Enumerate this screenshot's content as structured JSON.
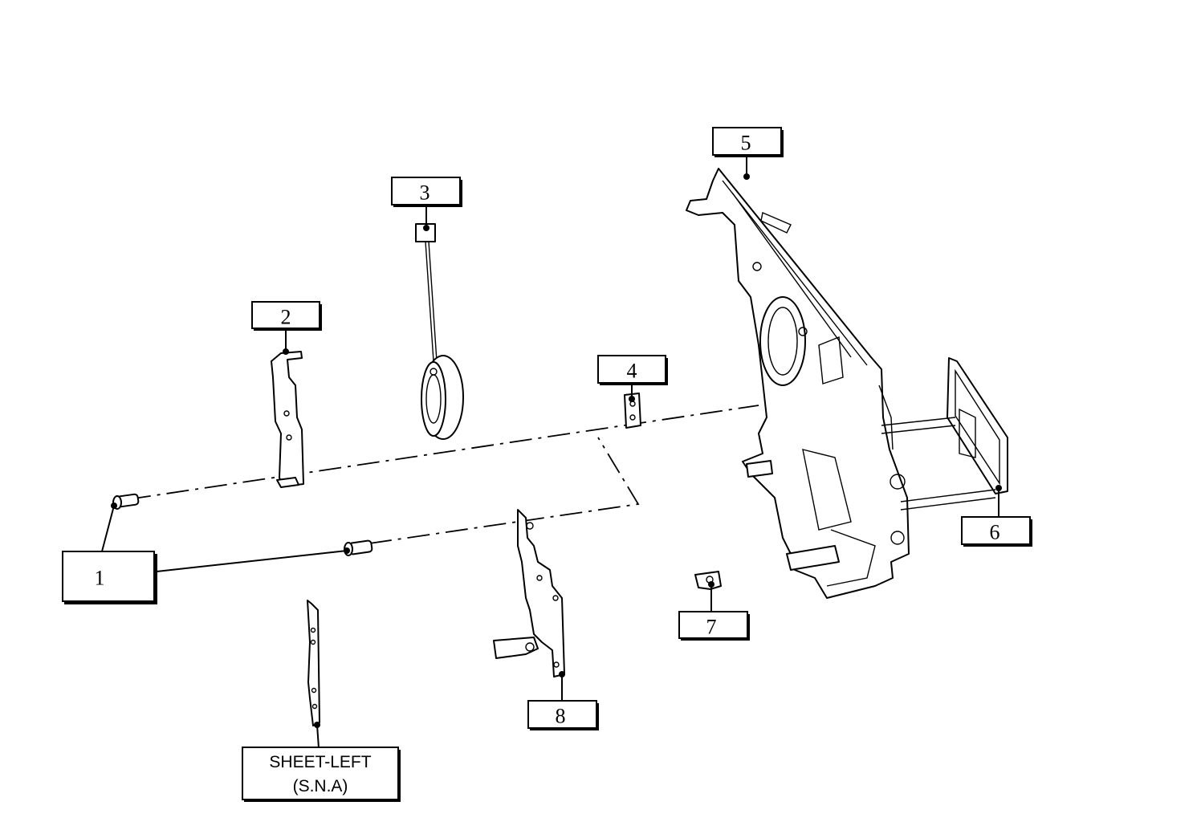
{
  "callouts": {
    "c1": "1",
    "c2": "2",
    "c3": "3",
    "c4": "4",
    "c5": "5",
    "c6": "6",
    "c7": "7",
    "c8": "8"
  },
  "sheet_left": {
    "line1": "SHEET-LEFT",
    "line2": "(S.N.A)"
  }
}
